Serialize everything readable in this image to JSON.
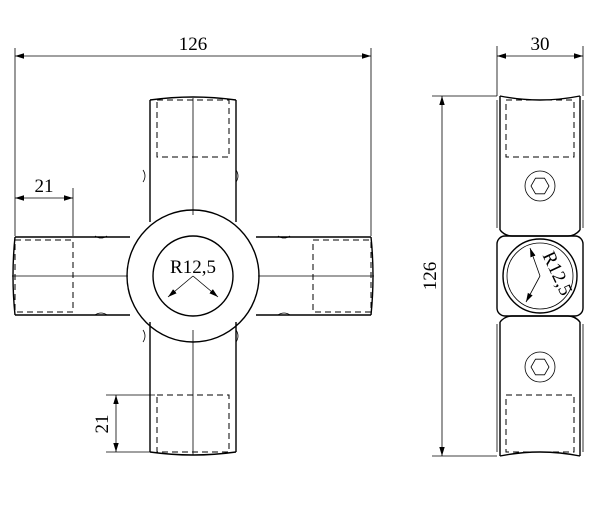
{
  "front_view": {
    "overall_width": "126",
    "arm_length": "21",
    "arm_length_vertical": "21",
    "radius_label": "R12,5"
  },
  "side_view": {
    "width": "30",
    "height": "126",
    "radius_label": "R12,5"
  }
}
